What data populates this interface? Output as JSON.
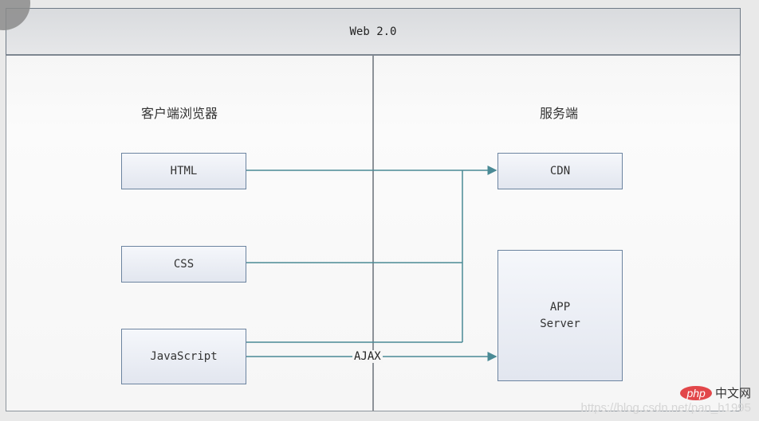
{
  "title": "Web 2.0",
  "client": {
    "label": "客户端浏览器",
    "boxes": [
      "HTML",
      "CSS",
      "JavaScript"
    ]
  },
  "server": {
    "label": "服务端",
    "cdn": "CDN",
    "app_line1": "APP",
    "app_line2": "Server"
  },
  "edges": {
    "ajax_label": "AJAX"
  },
  "watermark": {
    "brand": "php",
    "brand_cn": "中文网",
    "url": "https://blog.csdn.net/pan_h1995"
  },
  "colors": {
    "line": "#4a8a95",
    "box_border": "#6c84a0"
  }
}
